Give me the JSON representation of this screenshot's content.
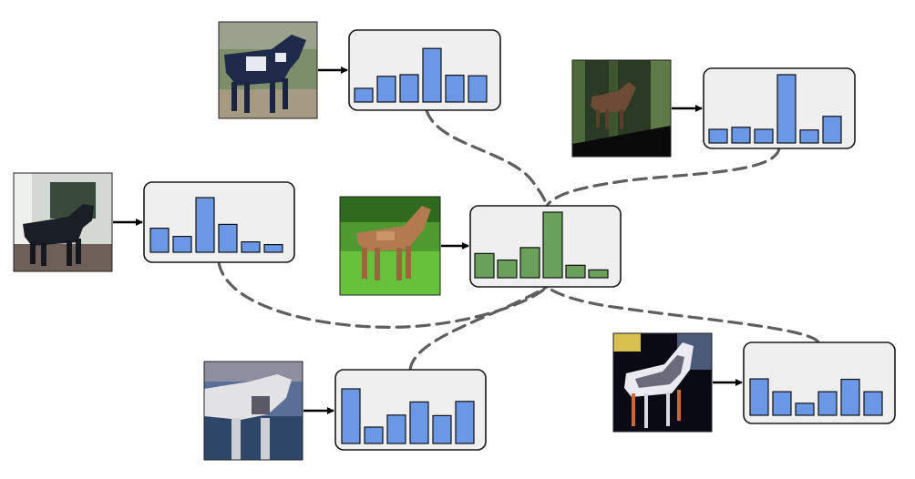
{
  "colors": {
    "background": "#ffffff",
    "panel_fill": "#efefef",
    "panel_stroke": "#1a1a1a",
    "bar_blue": "#6a97e6",
    "bar_green": "#6aa15a",
    "connector": "#5f5f5f",
    "arrow": "#000000"
  },
  "nodes": [
    {
      "id": "center",
      "role": "anchor",
      "bar_color": "green",
      "image_icon": "brown-horse-on-grass-thumbnail",
      "bar_values": [
        0.37,
        0.27,
        0.46,
        1.0,
        0.19,
        0.12
      ]
    },
    {
      "id": "top-left",
      "role": "neighbor",
      "bar_color": "blue",
      "image_icon": "black-white-horse-thumbnail",
      "bar_values": [
        0.25,
        0.47,
        0.5,
        0.98,
        0.49,
        0.48
      ]
    },
    {
      "id": "top-right",
      "role": "neighbor",
      "bar_color": "blue",
      "image_icon": "horse-in-forest-thumbnail",
      "bar_values": [
        0.2,
        0.23,
        0.2,
        1.0,
        0.19,
        0.39
      ]
    },
    {
      "id": "left",
      "role": "neighbor",
      "bar_color": "blue",
      "image_icon": "dark-horse-under-tree-thumbnail",
      "bar_values": [
        0.44,
        0.29,
        1.0,
        0.51,
        0.19,
        0.14
      ]
    },
    {
      "id": "bottom",
      "role": "neighbor",
      "bar_color": "blue",
      "image_icon": "white-horse-closeup-thumbnail",
      "bar_values": [
        1.0,
        0.3,
        0.52,
        0.76,
        0.51,
        0.77
      ]
    },
    {
      "id": "bottom-right",
      "role": "neighbor",
      "bar_color": "blue",
      "image_icon": "horse-drawing-dark-thumbnail",
      "bar_values": [
        0.85,
        0.55,
        0.28,
        0.55,
        0.84,
        0.55
      ]
    }
  ],
  "edges": [
    {
      "from": "top-left",
      "to": "center",
      "style": "dashed"
    },
    {
      "from": "top-right",
      "to": "center",
      "style": "dashed"
    },
    {
      "from": "left",
      "to": "center",
      "style": "dashed"
    },
    {
      "from": "bottom",
      "to": "center",
      "style": "dashed"
    },
    {
      "from": "bottom-right",
      "to": "center",
      "style": "dashed"
    }
  ]
}
